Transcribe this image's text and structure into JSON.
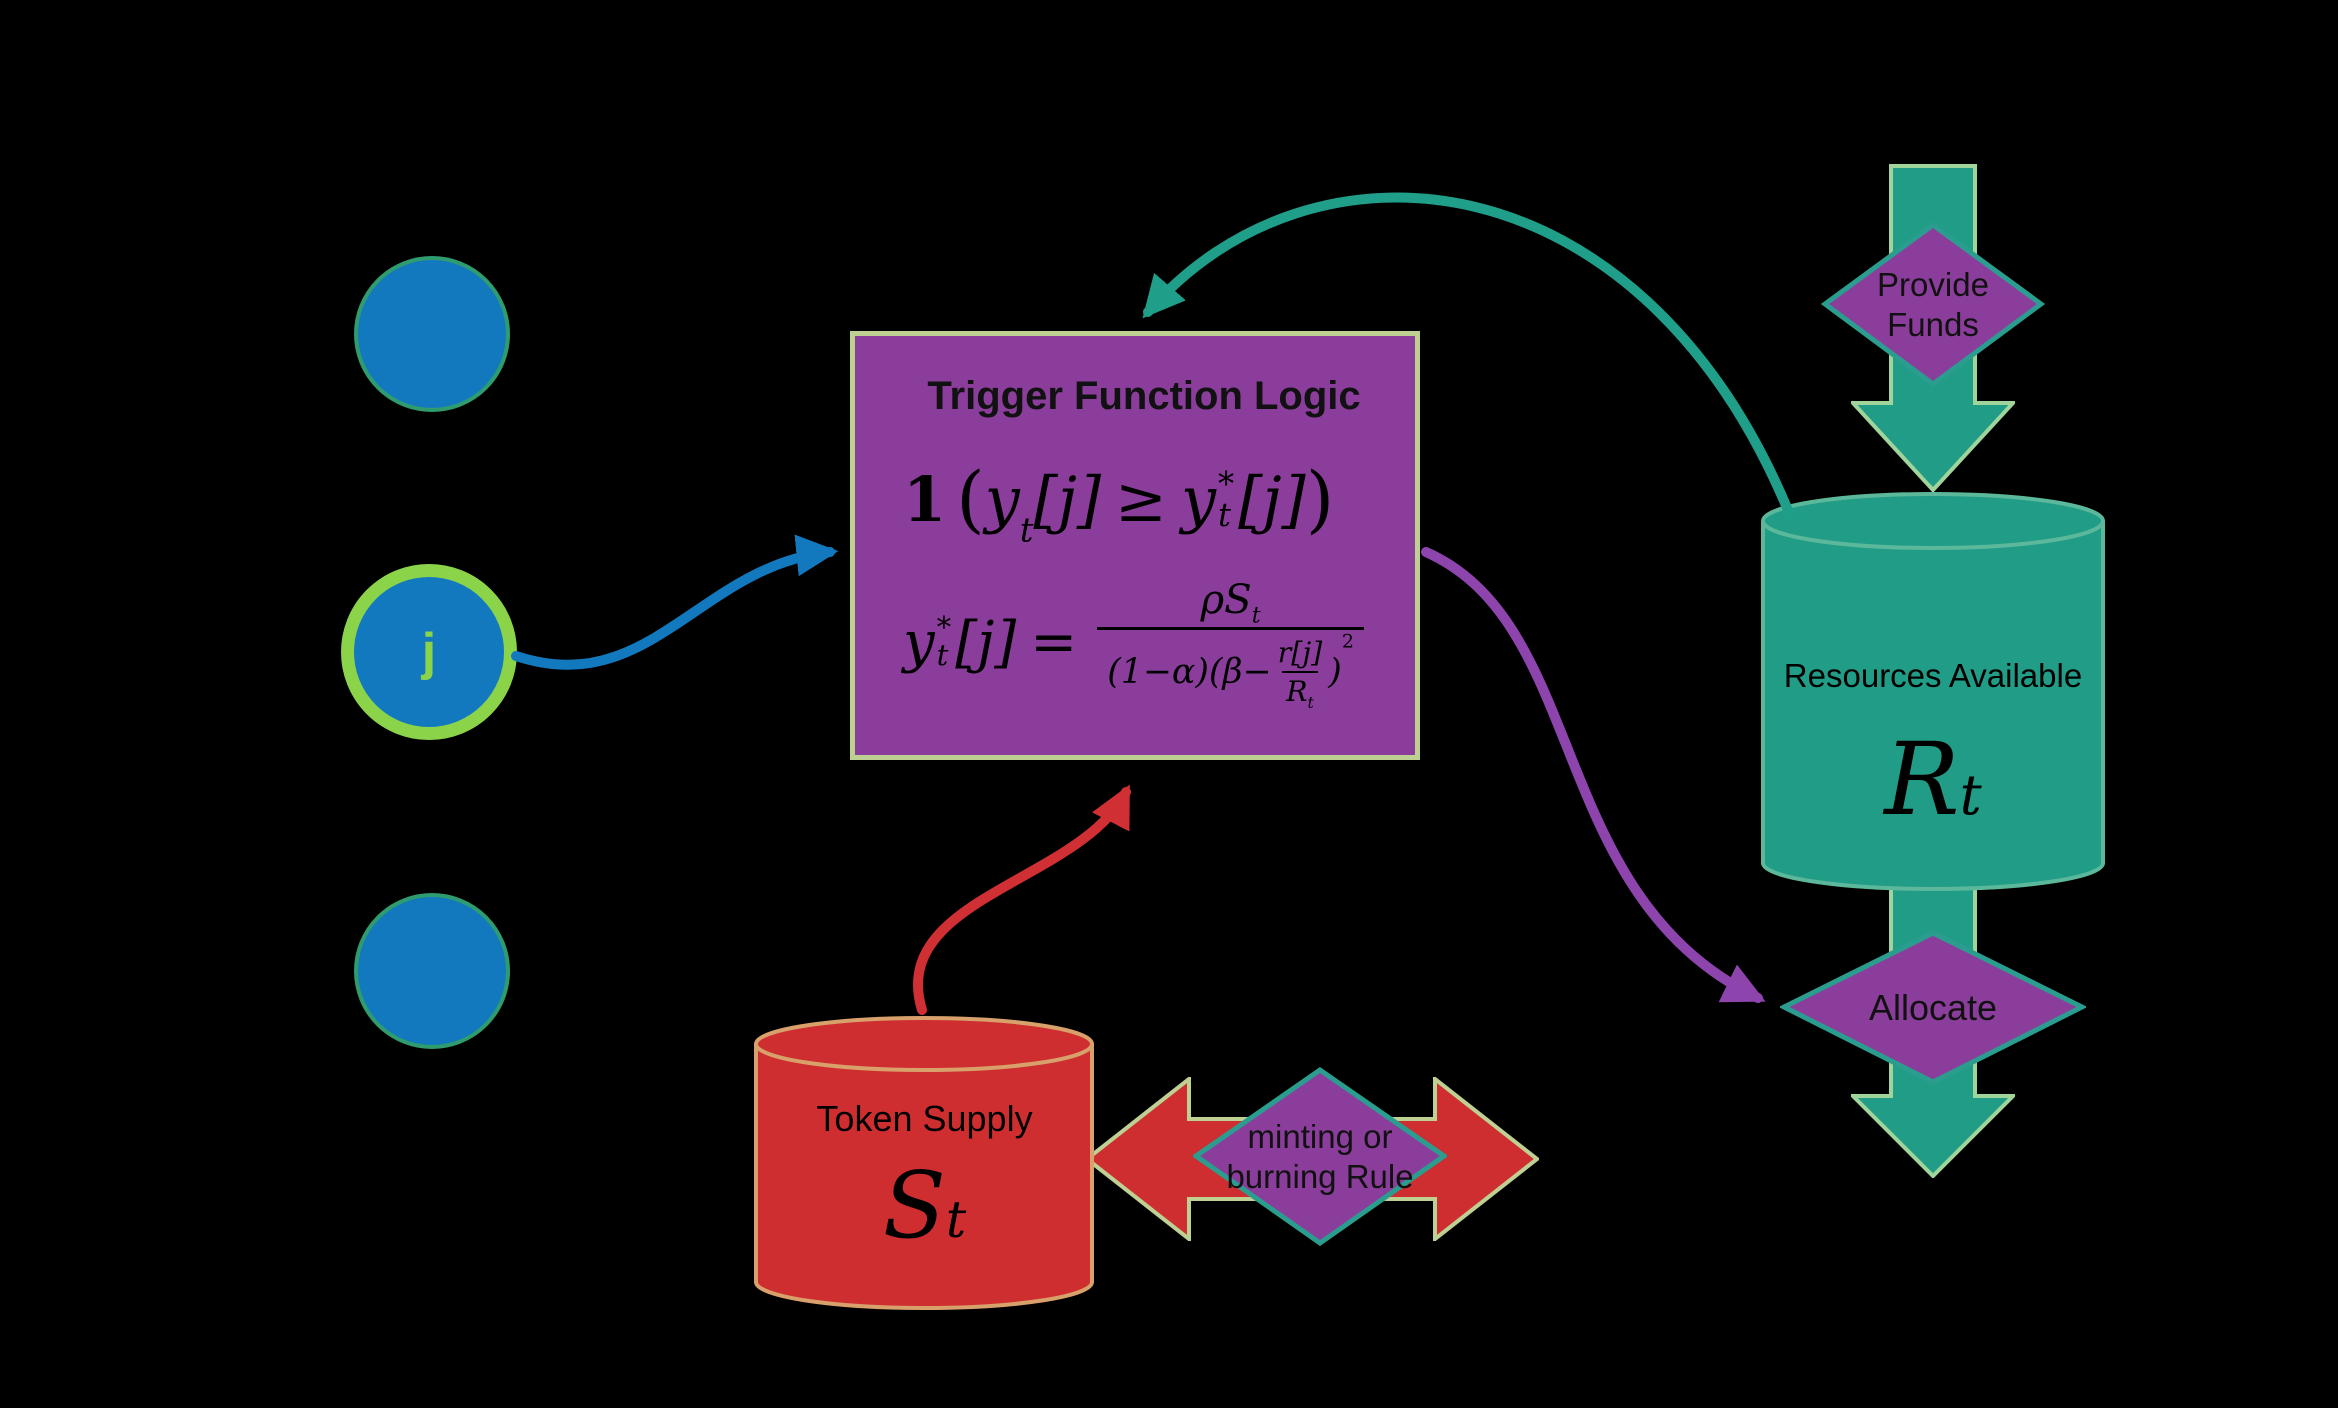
{
  "diagram": {
    "background": "#000000",
    "colors": {
      "agent_blue": "#1379bf",
      "agent_j_border": "#8bd44a",
      "trigger_purple": "#8b3d9b",
      "resource_teal": "#219c87",
      "token_red": "#cf2e31",
      "pale_outline": "#bfd093",
      "teal_outline": "#2a9d8f",
      "arrow_blue": "#1379bf",
      "arrow_teal": "#1f9e89",
      "arrow_purple": "#8e44ad",
      "arrow_red": "#d03034"
    }
  },
  "agents": {
    "j_label": "j"
  },
  "trigger_box": {
    "title": "Trigger Function Logic",
    "f1": {
      "one": "1",
      "open": "(",
      "y": "y",
      "t": "t",
      "jbr": "[j]",
      "geq": "≥",
      "star": "*",
      "close": ")"
    },
    "f2": {
      "y": "y",
      "t": "t",
      "star": "*",
      "jbr": "[j]",
      "eq": "=",
      "num": "ρS",
      "den_lead": "(1−α)(β−",
      "inner_num": "r[j]",
      "R": "R",
      "den_close": ")",
      "exp": "2"
    }
  },
  "resources": {
    "label": "Resources Available",
    "symbol": "R",
    "symbol_sub": "t"
  },
  "token_supply": {
    "label": "Token Supply",
    "symbol": "S",
    "symbol_sub": "t"
  },
  "flows": {
    "provide_funds_line1": "Provide",
    "provide_funds_line2": "Funds",
    "allocate": "Allocate",
    "minting_line1": "minting or",
    "minting_line2": "burning Rule"
  }
}
